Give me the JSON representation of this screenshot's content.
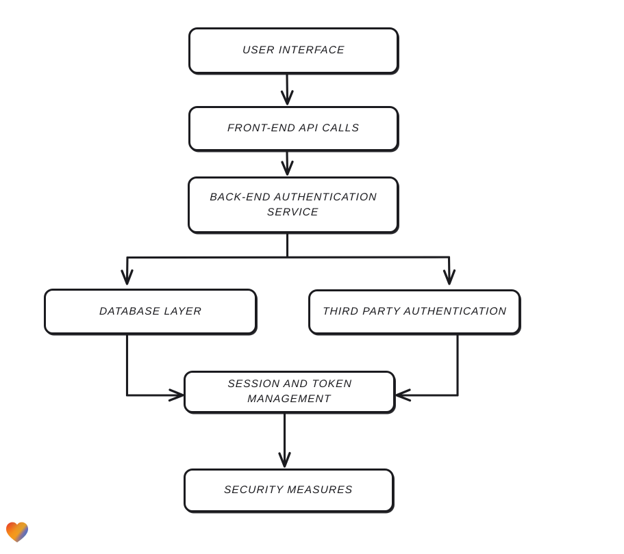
{
  "diagram": {
    "type": "flowchart",
    "style": "hand-drawn-sketch",
    "background_color": "#ffffff",
    "stroke_color": "#1b1b1f",
    "text_color": "#19191d",
    "nodes": [
      {
        "id": "user-interface",
        "label": "USER INTERFACE",
        "shape": "rounded-rectangle"
      },
      {
        "id": "frontend-api",
        "label": "FRONT-END API CALLS",
        "shape": "rounded-rectangle"
      },
      {
        "id": "backend-auth",
        "label": "BACK-END AUTHENTICATION\nSERVICE",
        "shape": "rounded-rectangle"
      },
      {
        "id": "database-layer",
        "label": "DATABASE LAYER",
        "shape": "rounded-rectangle"
      },
      {
        "id": "third-party-auth",
        "label": "THIRD PARTY AUTHENTICATION",
        "shape": "rounded-rectangle"
      },
      {
        "id": "session-token",
        "label": "SESSION AND TOKEN\nMANAGEMENT",
        "shape": "rounded-rectangle"
      },
      {
        "id": "security-measures",
        "label": "SECURITY MEASURES",
        "shape": "rounded-rectangle"
      }
    ],
    "edges": [
      {
        "id": "e1",
        "from": "user-interface",
        "to": "frontend-api",
        "routing": "vertical",
        "arrowhead": "down"
      },
      {
        "id": "e2",
        "from": "frontend-api",
        "to": "backend-auth",
        "routing": "vertical",
        "arrowhead": "down"
      },
      {
        "id": "e3",
        "from": "backend-auth",
        "to": "database-layer",
        "routing": "split-left",
        "arrowhead": "down"
      },
      {
        "id": "e4",
        "from": "backend-auth",
        "to": "third-party-auth",
        "routing": "split-right",
        "arrowhead": "down"
      },
      {
        "id": "e5",
        "from": "database-layer",
        "to": "session-token",
        "routing": "elbow-right",
        "arrowhead": "right"
      },
      {
        "id": "e6",
        "from": "third-party-auth",
        "to": "session-token",
        "routing": "elbow-left",
        "arrowhead": "left"
      },
      {
        "id": "e7",
        "from": "session-token",
        "to": "security-measures",
        "routing": "vertical",
        "arrowhead": "down"
      }
    ]
  },
  "watermark": {
    "icon": "heart-icon",
    "gradient_colors": [
      "#e8202a",
      "#f07a1e",
      "#f8a01c",
      "#2f6fd0",
      "#2aa8c8"
    ]
  }
}
